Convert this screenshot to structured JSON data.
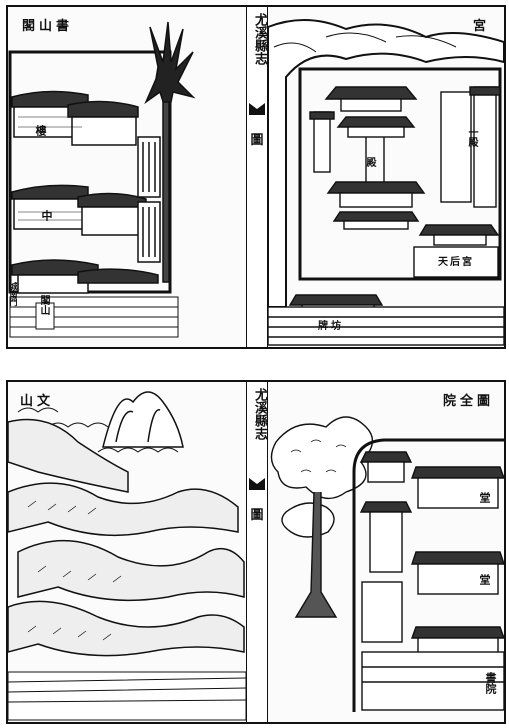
{
  "top_spread": {
    "left_caption": "閣山書",
    "right_caption": "宮",
    "gutter_title": "尤溪縣志",
    "gutter_subtitle": "圖",
    "labels": {
      "building_1": "樓",
      "building_2": "中",
      "gate": "閣山",
      "side_text": "城南門",
      "hall_1": "一殿",
      "hall_2": "殿",
      "hall_3": "天后宮",
      "gate_sign": "牌坊"
    }
  },
  "bottom_spread": {
    "left_caption": "山文",
    "right_caption": "院全圖",
    "gutter_title": "尤溪縣志",
    "gutter_subtitle": "圖",
    "labels": {
      "hall_a": "堂",
      "hall_b": "堂",
      "academy": "書院"
    }
  }
}
